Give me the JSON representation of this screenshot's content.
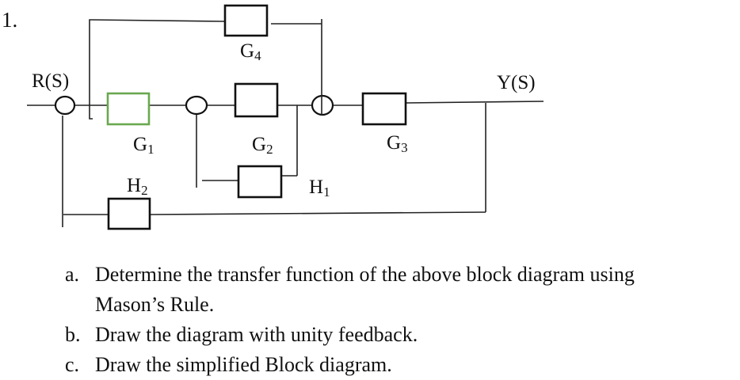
{
  "problem_number": "1.",
  "diagram": {
    "input_label": "R(S)",
    "output_label": "Y(S)",
    "blocks": [
      {
        "id": "G1",
        "letter": "G",
        "sub": "1",
        "highlight_color": "#6aa84f"
      },
      {
        "id": "G2",
        "letter": "G",
        "sub": "2"
      },
      {
        "id": "G3",
        "letter": "G",
        "sub": "3"
      },
      {
        "id": "G4",
        "letter": "G",
        "sub": "4"
      },
      {
        "id": "H1",
        "letter": "H",
        "sub": "1"
      },
      {
        "id": "H2",
        "letter": "H",
        "sub": "2"
      }
    ],
    "summing_junctions": [
      "S1",
      "S2",
      "S3"
    ]
  },
  "questions": [
    {
      "marker": "a.",
      "text": "Determine the transfer function of the above block diagram using",
      "text_cont": "Mason’s Rule."
    },
    {
      "marker": "b.",
      "text": "Draw the diagram with unity feedback."
    },
    {
      "marker": "c.",
      "text": "Draw the simplified Block diagram."
    }
  ]
}
